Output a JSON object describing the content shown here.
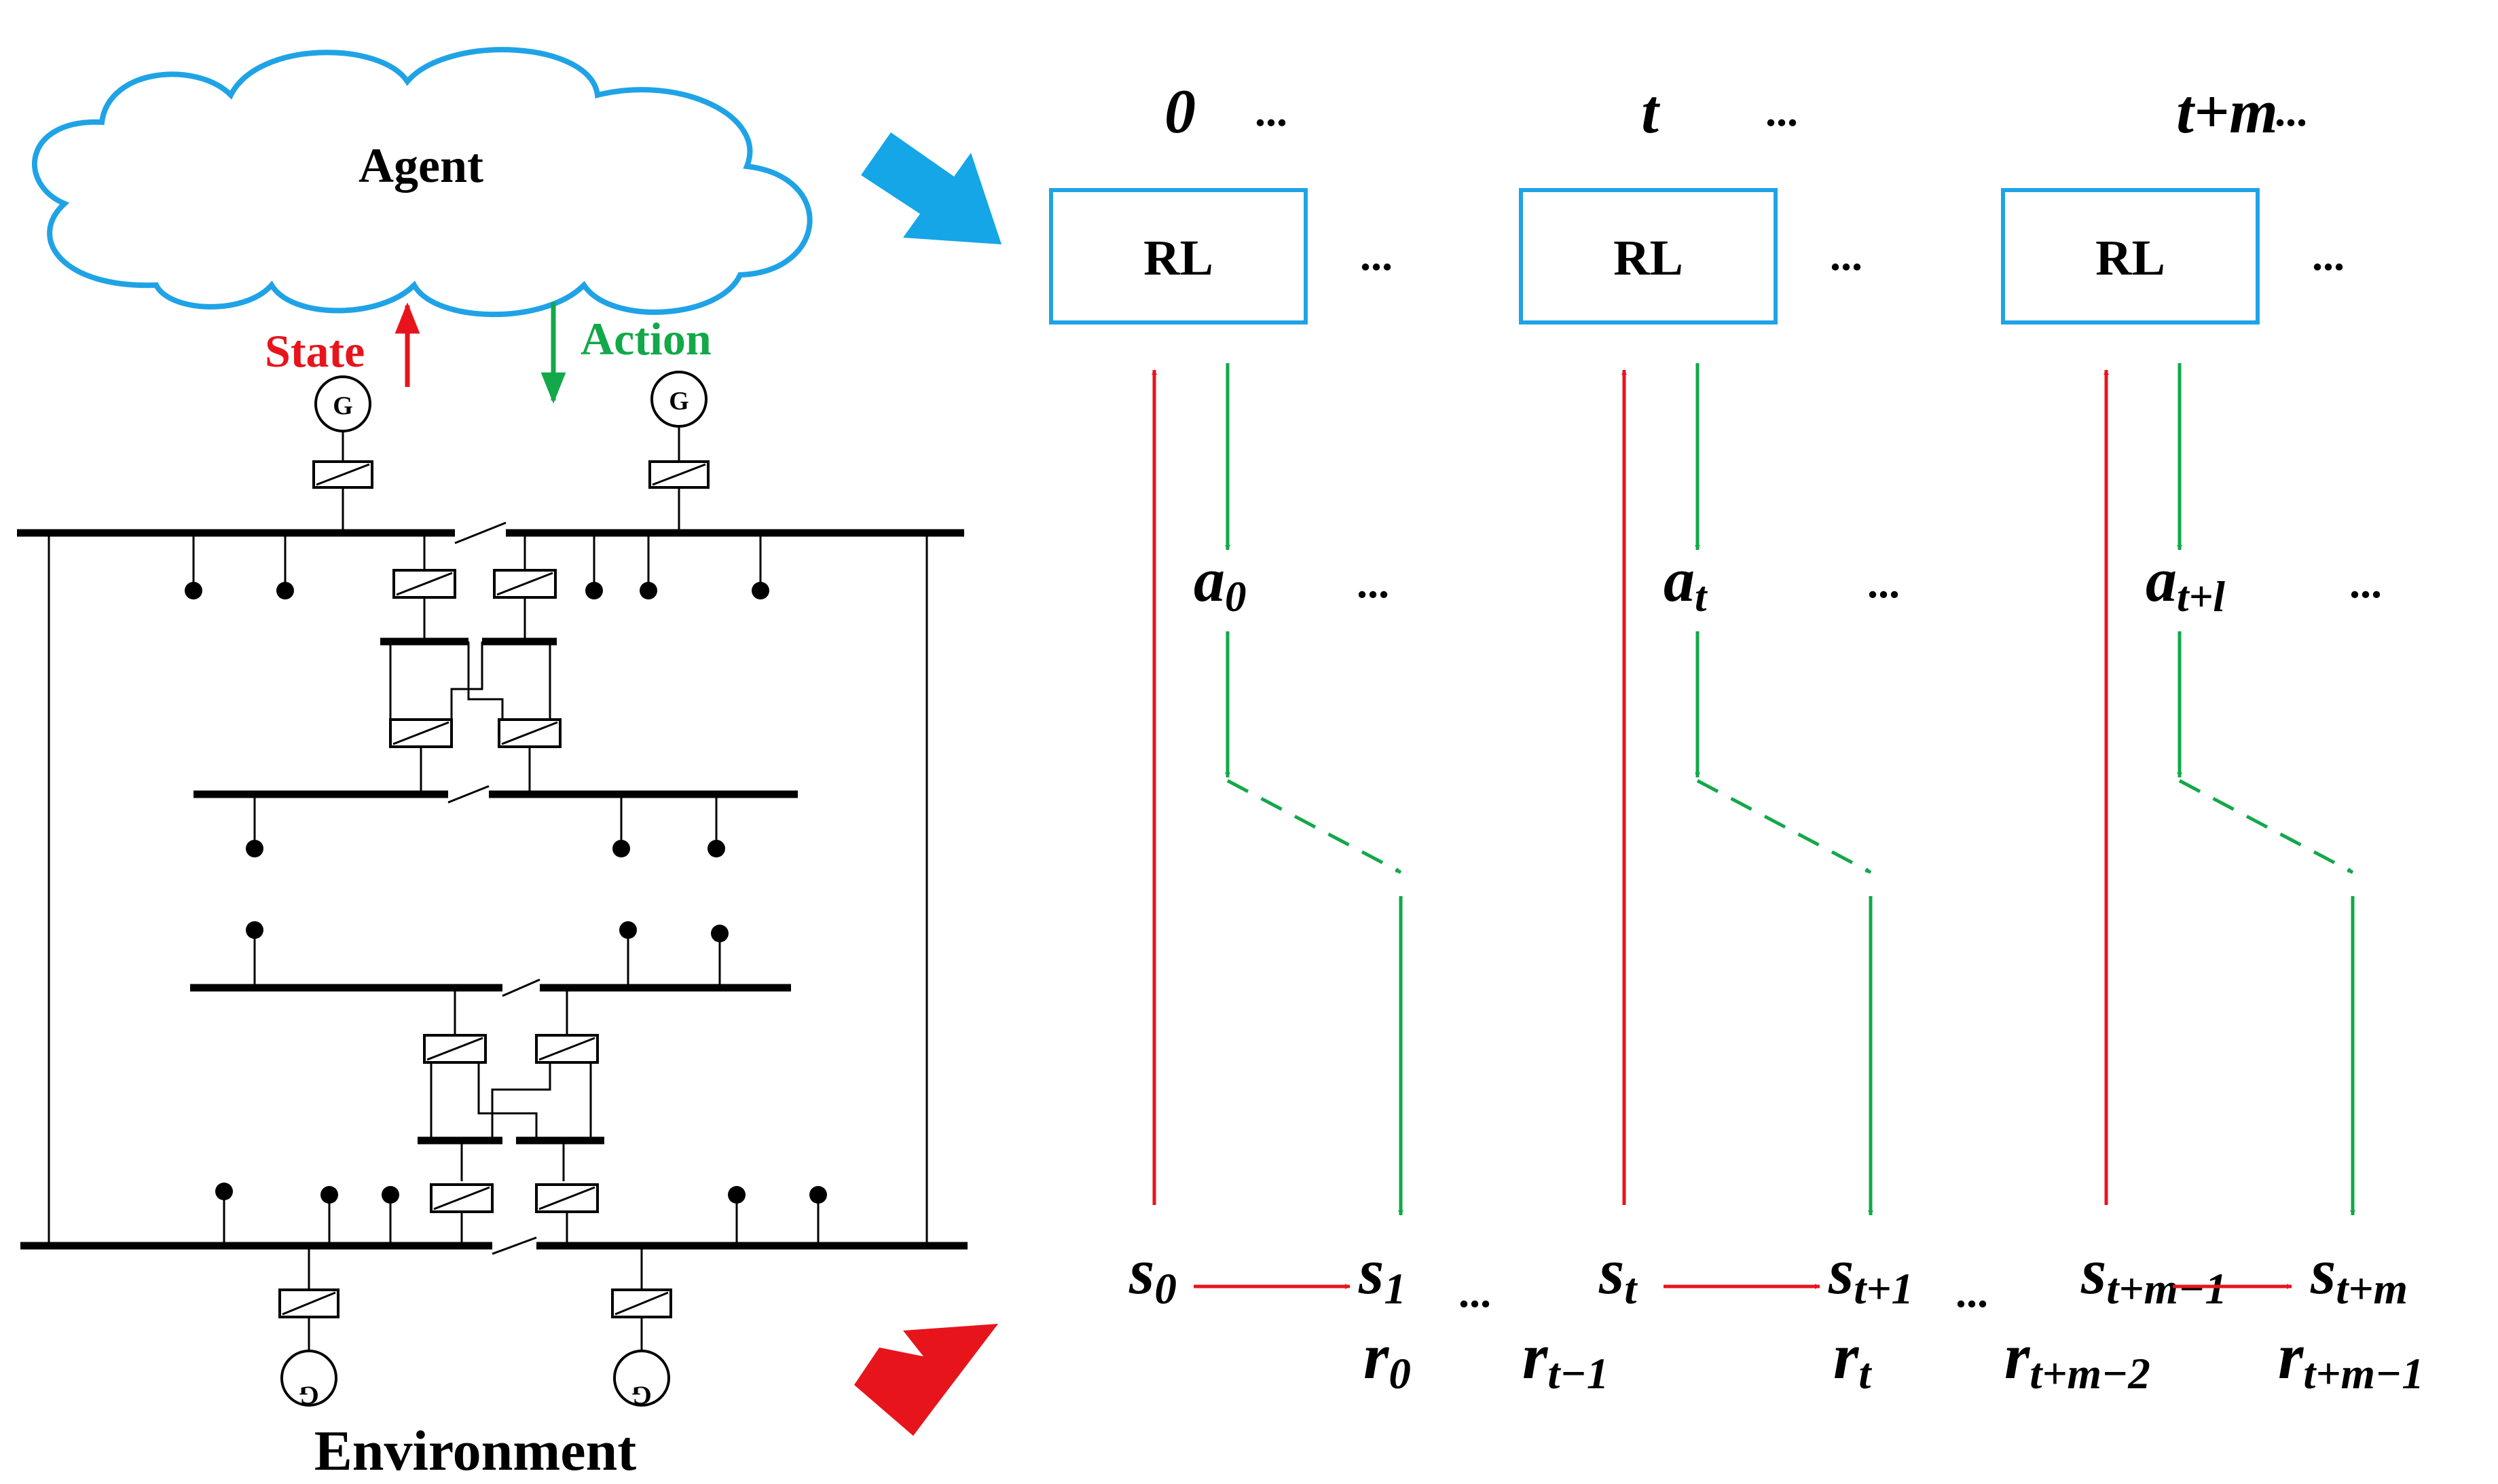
{
  "labels": {
    "agent": "Agent",
    "environment": "Environment",
    "state": "State",
    "action": "Action",
    "generator": "G",
    "rl": "RL",
    "ellipsis": "..."
  },
  "colors": {
    "cloud_outline": "#1fa3e6",
    "rl_box_outline": "#1fa3e6",
    "state_arrow": "#e8141c",
    "action_arrow": "#13a84a",
    "agent_to_rl_arrow": "#14a6e6",
    "env_arrow": "#e8141c"
  },
  "timeline": [
    {
      "time": "0",
      "action_base": "a",
      "action_sub": "0",
      "s_from_base": "s",
      "s_from_sub": "0",
      "s_to_base": "s",
      "s_to_sub": "1",
      "r_from_base": "",
      "r_from_sub": "",
      "r_to_base": "r",
      "r_to_sub": "0"
    },
    {
      "time": "t",
      "action_base": "a",
      "action_sub": "t",
      "s_from_base": "s",
      "s_from_sub": "t",
      "s_to_base": "s",
      "s_to_sub": "t+1",
      "r_from_base": "r",
      "r_from_sub": "t−1",
      "r_to_base": "r",
      "r_to_sub": "t"
    },
    {
      "time": "t+m",
      "action_base": "a",
      "action_sub": "t+l",
      "s_from_base": "s",
      "s_from_sub": "t+m−1",
      "s_to_base": "s",
      "s_to_sub": "t+m",
      "r_from_base": "r",
      "r_from_sub": "t+m−2",
      "r_to_base": "r",
      "r_to_sub": "t+m−1"
    }
  ]
}
